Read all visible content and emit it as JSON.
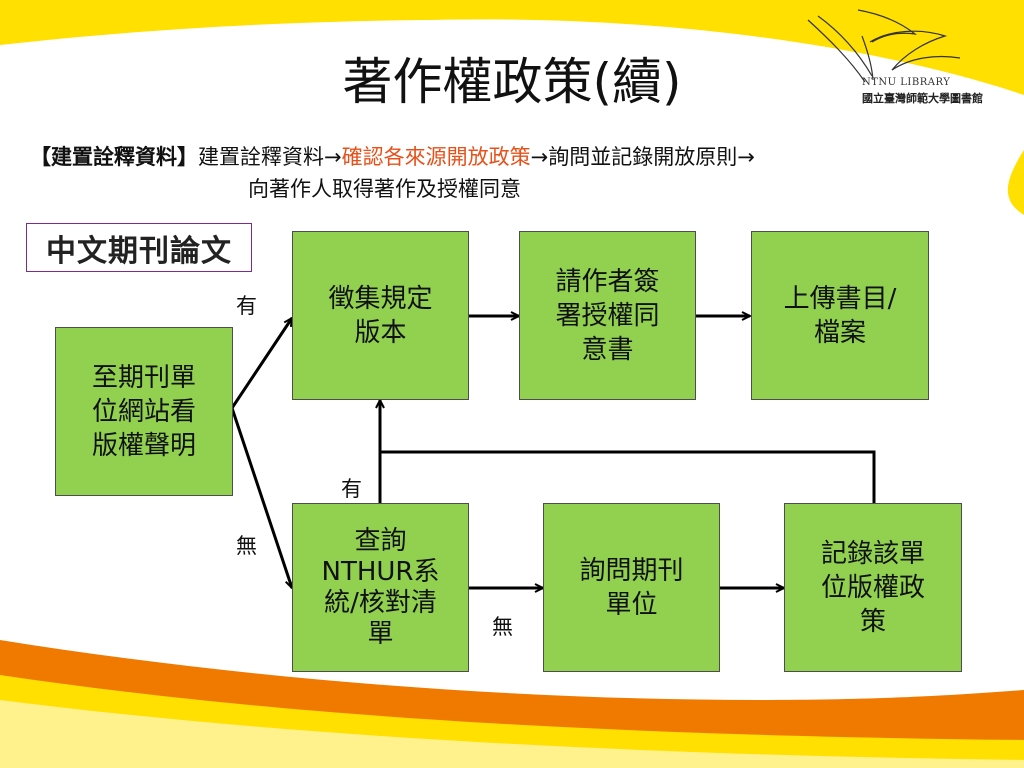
{
  "title": "著作權政策(續)",
  "logo": {
    "en": "NTNU LIBRARY",
    "zh": "國立臺灣師範大學圖書館"
  },
  "subtitle": {
    "bracket": "【建置詮釋資料】",
    "part1": "建置詮釋資料→",
    "highlight": "確認各來源開放政策",
    "part2": "→詢問並記錄開放原則→",
    "line2": "向著作人取得著作及授權同意"
  },
  "category_label": "中文期刊論文",
  "nodes": {
    "start": [
      "至期刊單",
      "位網站看",
      "版權聲明"
    ],
    "collect": [
      "徵集規定",
      "版本"
    ],
    "sign": [
      "請作者簽",
      "署授權同",
      "意書"
    ],
    "upload": [
      "上傳書目/",
      "檔案"
    ],
    "query": [
      "查詢",
      "NTHUR系",
      "統/核對清",
      "單"
    ],
    "ask": [
      "詢問期刊",
      "單位"
    ],
    "record": [
      "記錄該單",
      "位版權政",
      "策"
    ]
  },
  "edge_labels": {
    "yes_top": "有",
    "no_left": "無",
    "yes_mid": "有",
    "no_bottom": "無"
  },
  "colors": {
    "node_fill": "#92d050",
    "highlight": "#e8501a",
    "label_border": "#7b2d8e",
    "accent_yellow": "#ffe000",
    "accent_orange": "#f07a00"
  }
}
